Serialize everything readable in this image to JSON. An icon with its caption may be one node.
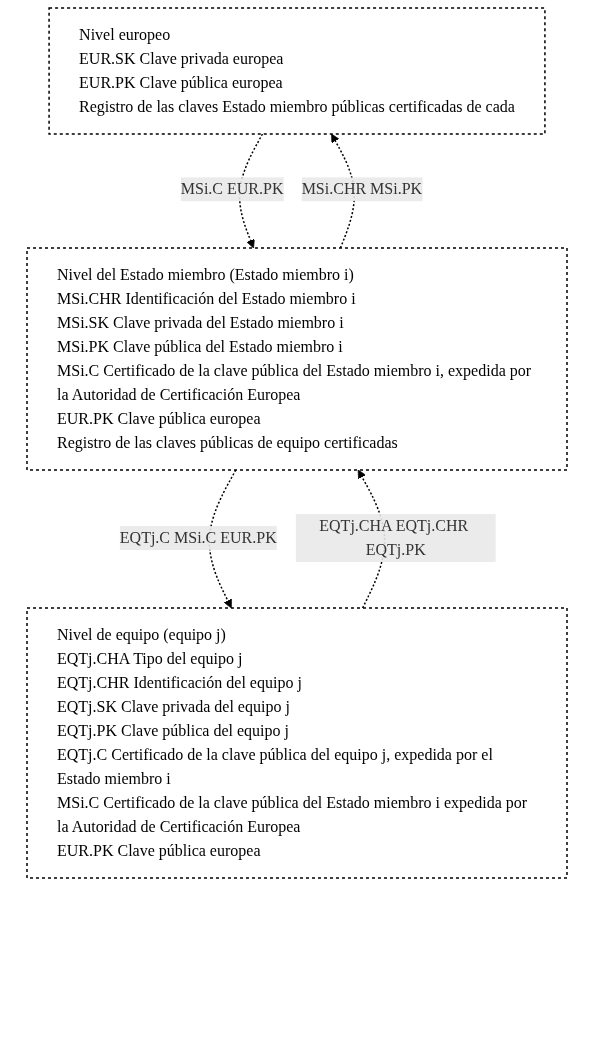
{
  "diagram": {
    "nodes": [
      {
        "text": [
          "Nivel europeo",
          "EUR.SK Clave privada europea",
          "EUR.PK Clave pública europea",
          "Registro de las claves Estado miembro públicas certificadas de cada"
        ]
      },
      {
        "text": [
          "Nivel del Estado miembro (Estado miembro i)",
          "MSi.CHR Identificación del Estado miembro i",
          "MSi.SK Clave privada del Estado miembro i",
          "MSi.PK Clave pública del Estado miembro i",
          "MSi.C Certificado de la clave pública del Estado miembro i, expedida por la Autoridad de Certificación Europea",
          "EUR.PK Clave pública europea",
          "Registro de las claves públicas de equipo certificadas"
        ]
      },
      {
        "text": [
          "Nivel de equipo (equipo j)",
          "EQTj.CHA Tipo del equipo j",
          "EQTj.CHR Identificación del equipo j",
          "EQTj.SK Clave privada del equipo j",
          "EQTj.PK Clave pública del equipo j",
          "EQTj.C Certificado de la clave pública del equipo j, expedida por el Estado miembro i",
          "MSi.C Certificado de la clave pública del Estado miembro i expedida por la Autoridad de Certificación Europea",
          "EUR.PK Clave pública europea"
        ]
      }
    ],
    "edges": [
      {
        "from": 0,
        "to": 1,
        "arrow": "to",
        "label": "MSi.C EUR.PK",
        "style": "dashed"
      },
      {
        "from": 1,
        "to": 0,
        "arrow": "to",
        "label": "MSi.CHR MSi.PK",
        "style": "dashed"
      },
      {
        "from": 1,
        "to": 2,
        "arrow": "to",
        "label": "EQTj.C MSi.C EUR.PK",
        "style": "dashed"
      },
      {
        "from": 2,
        "to": 1,
        "arrow": "to",
        "label": "EQTj.CHA EQTj.CHR EQTj.PK",
        "style": "dashed"
      }
    ]
  }
}
